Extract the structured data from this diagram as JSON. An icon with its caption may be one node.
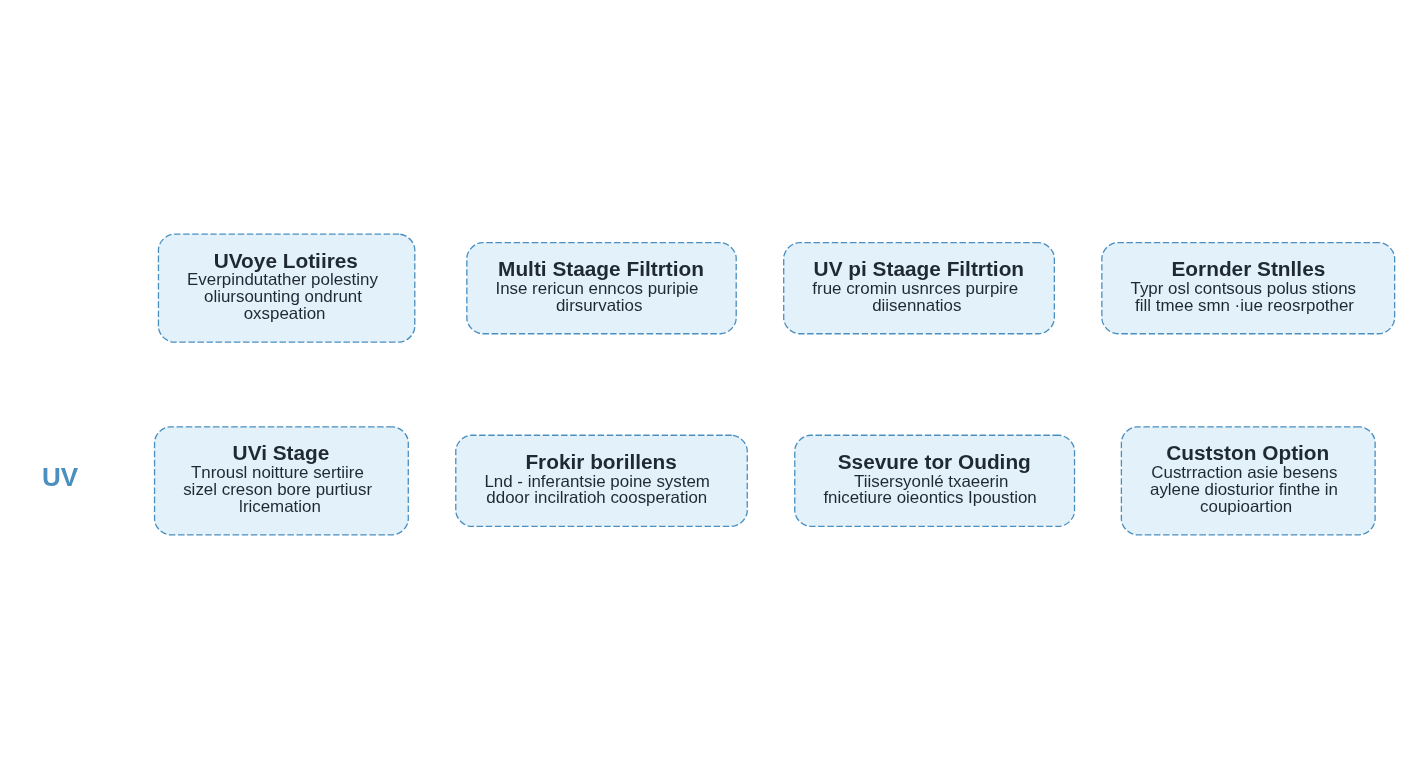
{
  "diagram": {
    "nodes": [
      {
        "text": [
          "UVoye Lotiires",
          "Everpindutather polestiny oliursounting ondrunt oxspeation"
        ]
      },
      {
        "text": [
          "Multi Staage Filtrtion",
          "Inse rericun enncos puripie dirsurvatios"
        ]
      },
      {
        "text": [
          "UV pi Staage Filtrtion",
          "frue cromin usnrces purpire diisennatios"
        ]
      },
      {
        "text": [
          "Eornder Stnlles",
          "Typr osl contsous polus stions fill tmee smn ·iue reosrpother"
        ]
      },
      {
        "text": [
          "UVi Stage",
          "Tnrousl noitture sertiire sizel creson bore purtiusr lricemation"
        ]
      },
      {
        "text": [
          "Frokir borillens",
          "Lnd - inferantsie poine system ddoor incilratioh coosperation"
        ]
      },
      {
        "text": [
          "Ssevure tor Ouding",
          "Tiisersyonlé txaeerin fnicetiure oieontics Ipoustion"
        ]
      },
      {
        "text": [
          "Custston Option",
          "Custrraction asie besens aylene diosturior finthe in coupioartion"
        ]
      }
    ],
    "labels": [
      "UV"
    ]
  }
}
